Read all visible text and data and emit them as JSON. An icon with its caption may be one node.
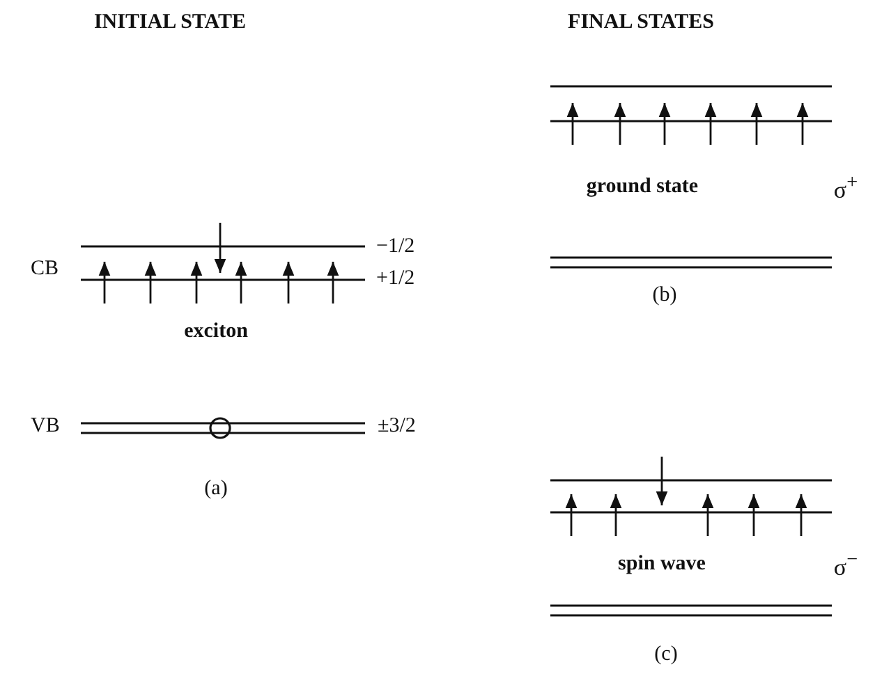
{
  "diagram": {
    "labels": [
      "INITIAL STATE",
      "FINAL STATES",
      "ground state",
      "σ$^{+}$",
      "CB",
      "−1/2",
      "+1/2",
      "(b)",
      "exciton",
      "VB",
      "±3/2",
      "(a)",
      "spin wave",
      "σ$^{−}$",
      "(c)"
    ]
  }
}
